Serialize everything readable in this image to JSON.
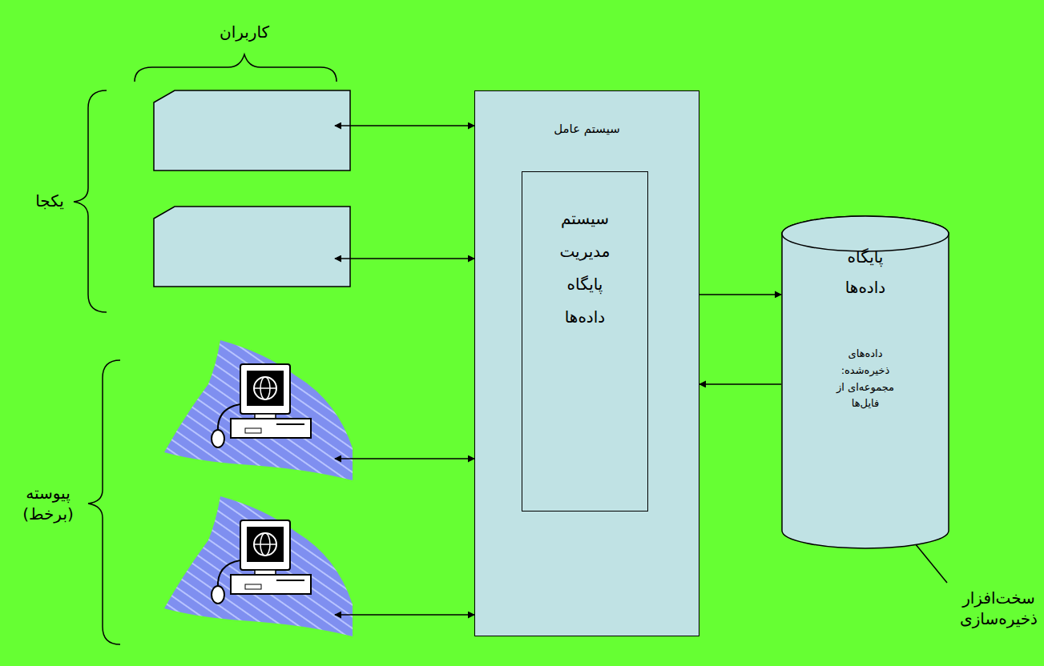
{
  "diagram": {
    "nodes": [
      {
        "text": [
          "سیستم عامل"
        ]
      },
      {
        "text": [
          "سیستم مدیریت پایگاه داده‌ها"
        ],
        "in": 0
      },
      {
        "text": [
          "پایگاه داده‌ها",
          "داده‌های ذخیره‌شده: مجموعه‌ای از فایل‌ها"
        ]
      }
    ],
    "edges": [
      {
        "from": 0,
        "to": 2,
        "arrow": "to"
      },
      {
        "from": 2,
        "to": 0,
        "arrow": "to"
      }
    ],
    "labels": [
      "کاربران",
      "یکجا",
      "پیوسته (برخط)",
      "سخت‌افزار ذخیره‌سازی"
    ]
  }
}
